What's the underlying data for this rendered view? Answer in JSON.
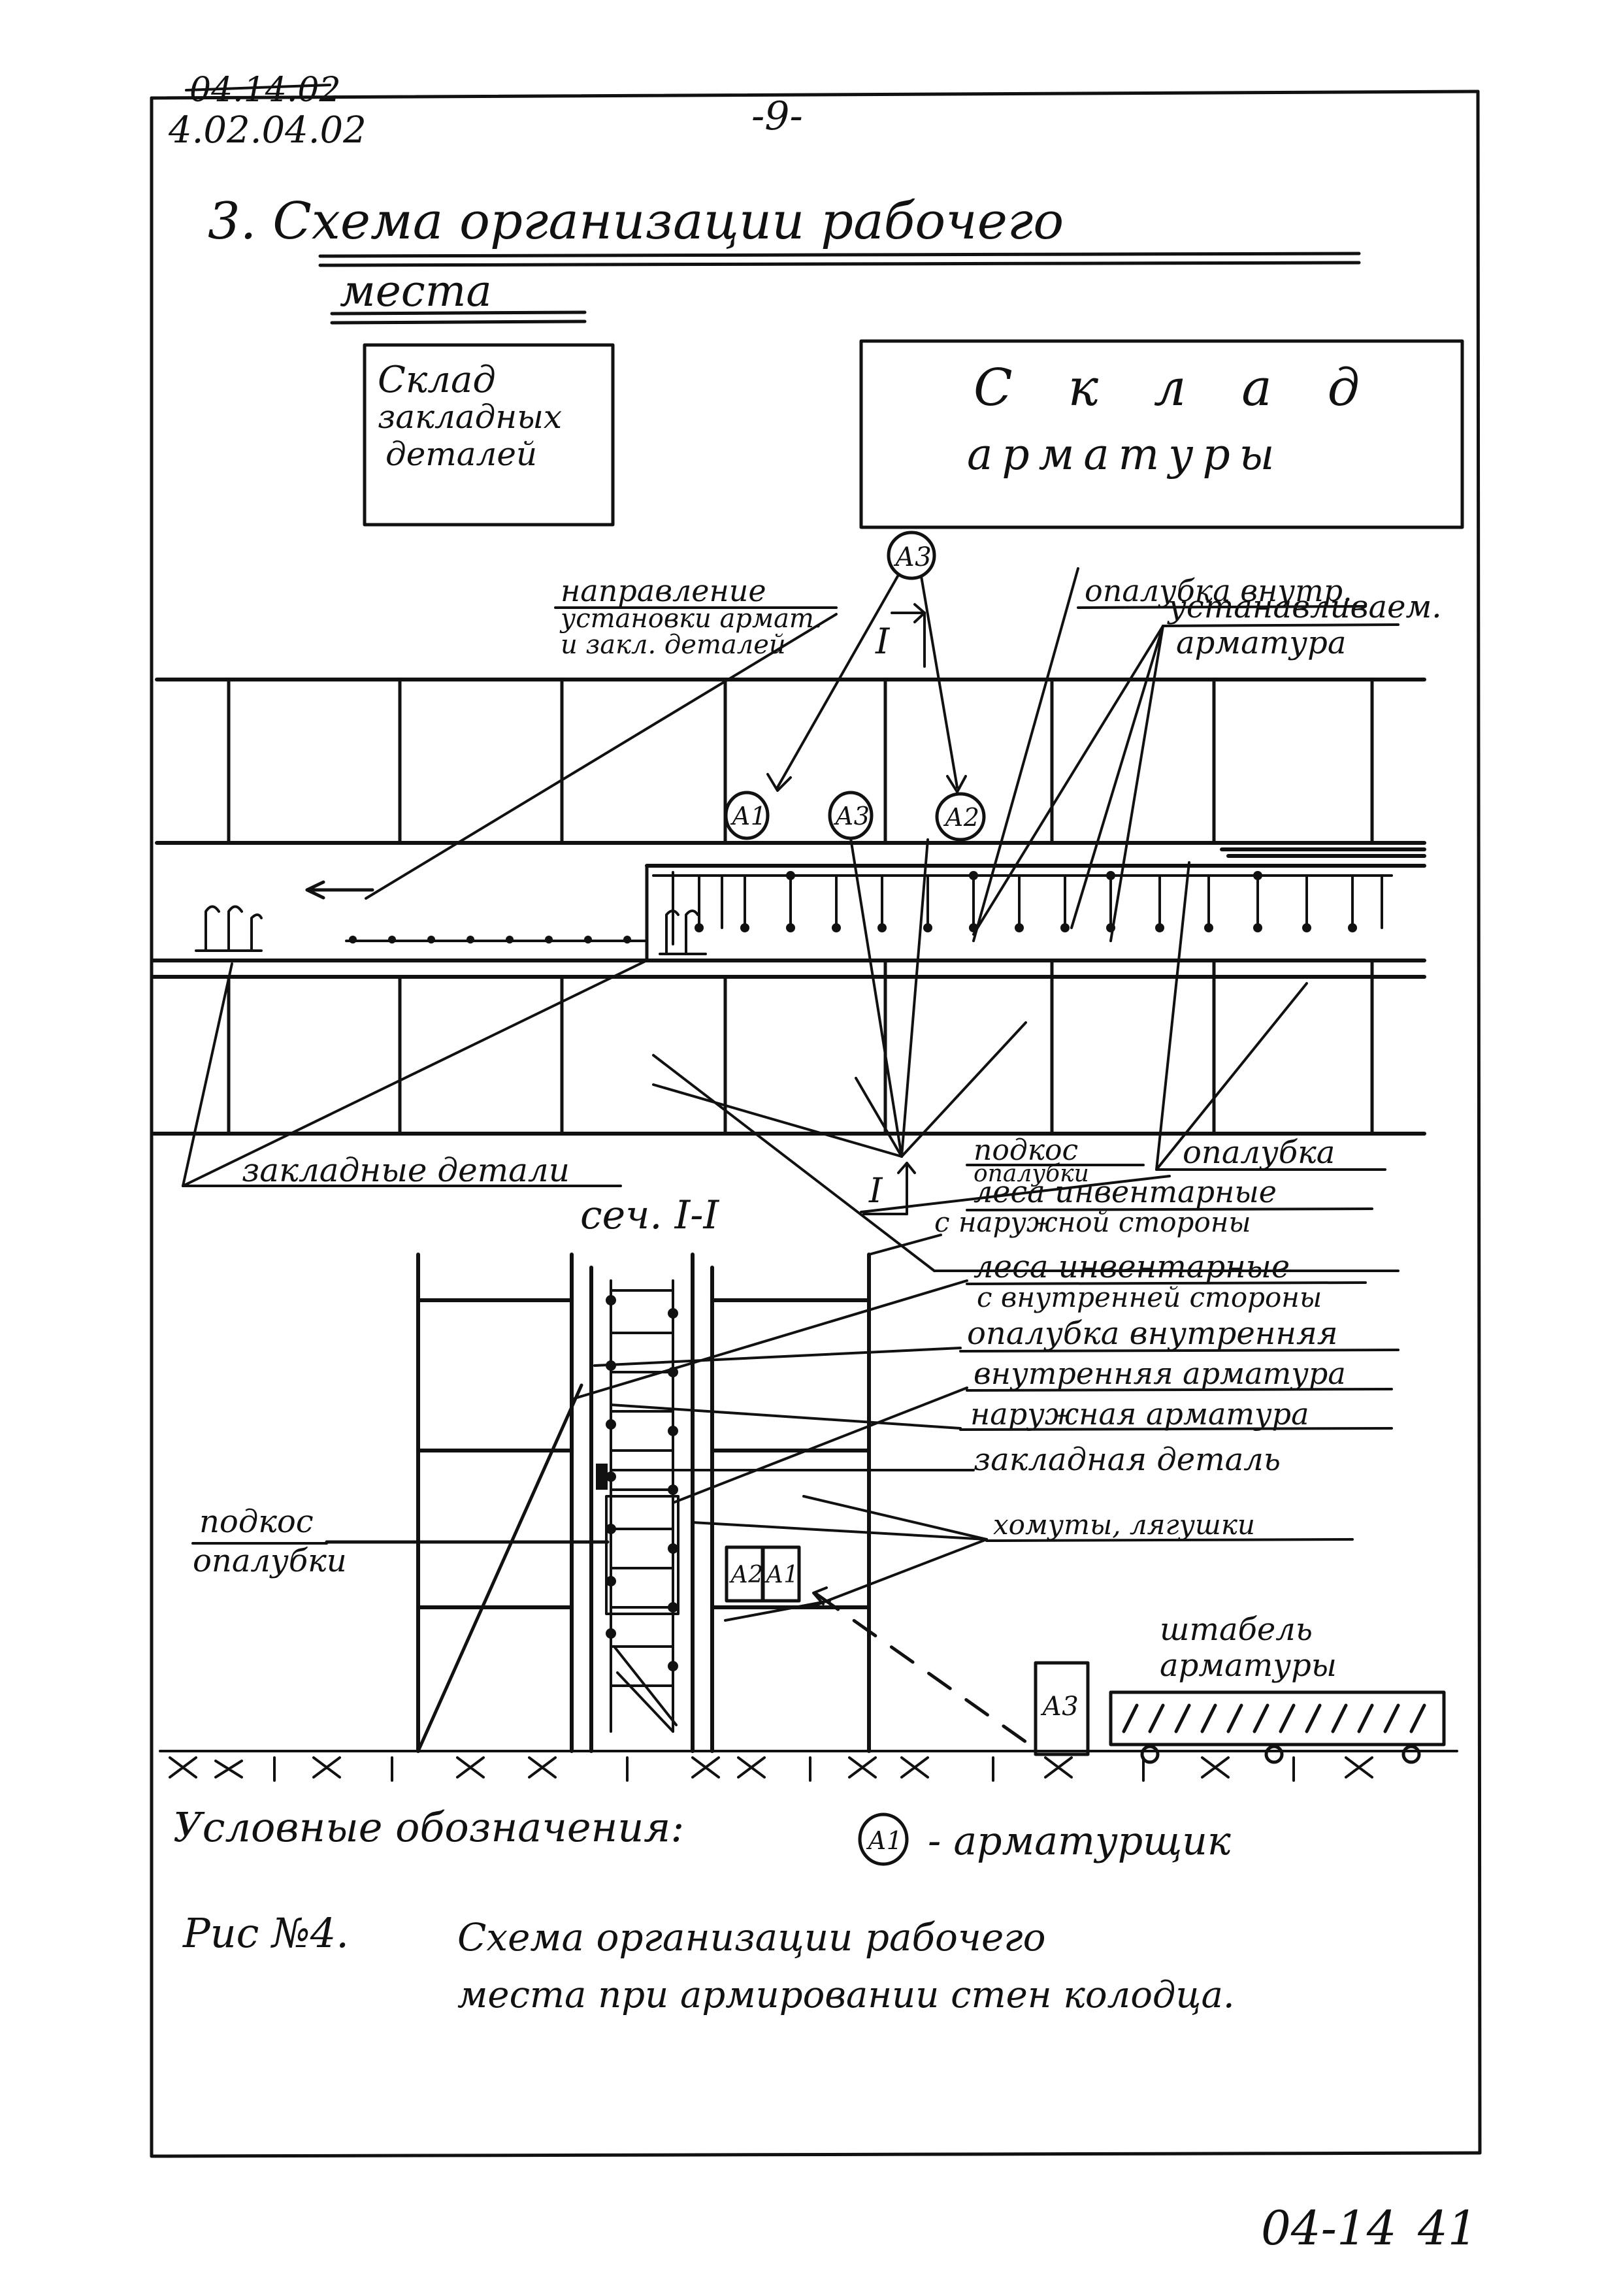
{
  "header": {
    "code_struck": "04.14.02",
    "code": "4.02.04.02",
    "page_number": "-9-"
  },
  "heading": {
    "line1": "3. Схема организации рабочего",
    "line2": "места"
  },
  "warehouses": {
    "embedded_parts": [
      "Склад",
      "закладных",
      "деталей"
    ],
    "rebar": [
      "С к л а д",
      "арматуры"
    ]
  },
  "labels": {
    "direction": [
      "направление",
      "установки армат.",
      "и закл. деталей"
    ],
    "formwork_inner": "опалубка внутр.",
    "installed_rebar": [
      "устанавливаем.",
      "арматура"
    ],
    "embedded_parts": "закладные детали",
    "brace_small": [
      "подкос",
      "опалубки"
    ],
    "formwork": "опалубка",
    "scaffold_outer": [
      "леса инвентарные",
      "с наружной стороны"
    ],
    "section_title": "сеч. I-I",
    "section_mark": "I",
    "scaffold_inner": [
      "леса инвентарные",
      "с внутренней стороны"
    ],
    "formwork_inner_full": "опалубка внутренняя",
    "inner_rebar": "внутренняя арматура",
    "outer_rebar": "наружная арматура",
    "embedded_part": "закладная деталь",
    "clamps": "хомуты, лягушки",
    "brace_left": [
      "подкос",
      "опалубки"
    ],
    "rebar_stack": [
      "штабель",
      "арматуры"
    ]
  },
  "workers": [
    "А1",
    "А2",
    "А3"
  ],
  "legend": {
    "caption": "Условные обозначения:",
    "symbol": "А1",
    "text": "- арматурщик"
  },
  "figure_caption": {
    "label": "Рис №4.",
    "line1": "Схема организации рабочего",
    "line2": "места при армировании стен колодца."
  },
  "footer": {
    "sheet_code": "04-14",
    "page": "41"
  }
}
